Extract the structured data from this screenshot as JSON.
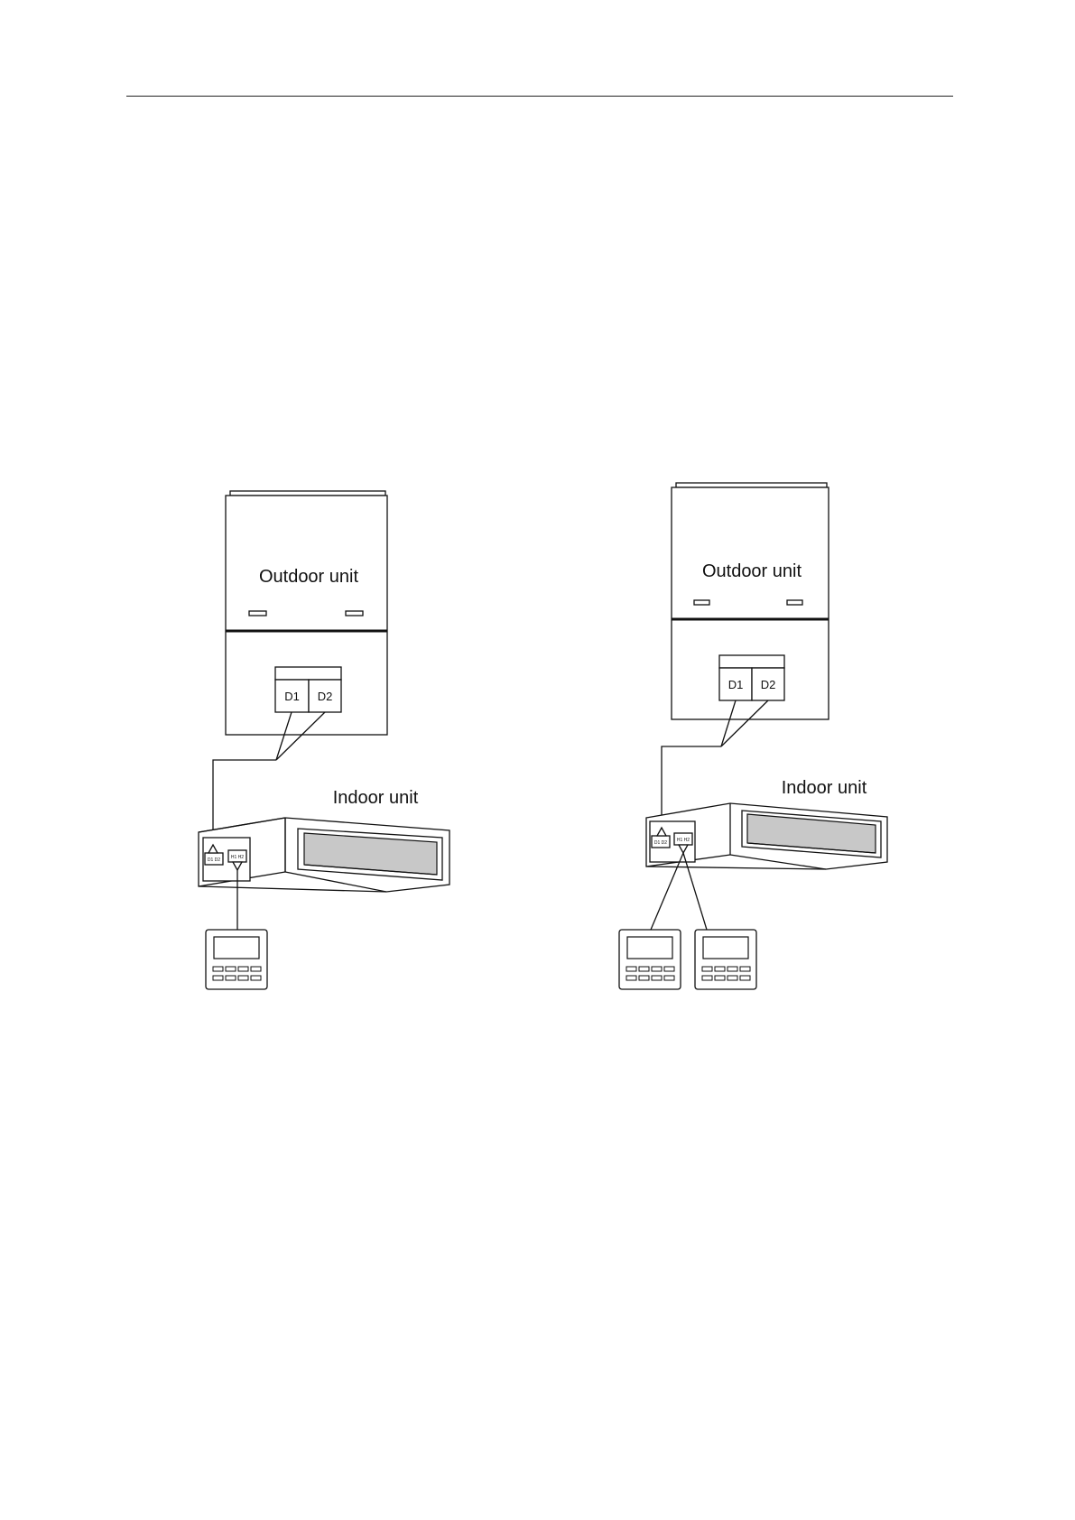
{
  "diagrams": [
    {
      "outdoor_label": "Outdoor unit",
      "indoor_label": "Indoor unit",
      "terminal_d1": "D1",
      "terminal_d2": "D2",
      "indoor_comm_terminal": "D1 D2",
      "indoor_controller_terminal": "H1 H2"
    },
    {
      "outdoor_label": "Outdoor unit",
      "indoor_label": "Indoor unit",
      "terminal_d1": "D1",
      "terminal_d2": "D2",
      "indoor_comm_terminal": "D1 D2",
      "indoor_controller_terminal": "H1 H2"
    }
  ]
}
